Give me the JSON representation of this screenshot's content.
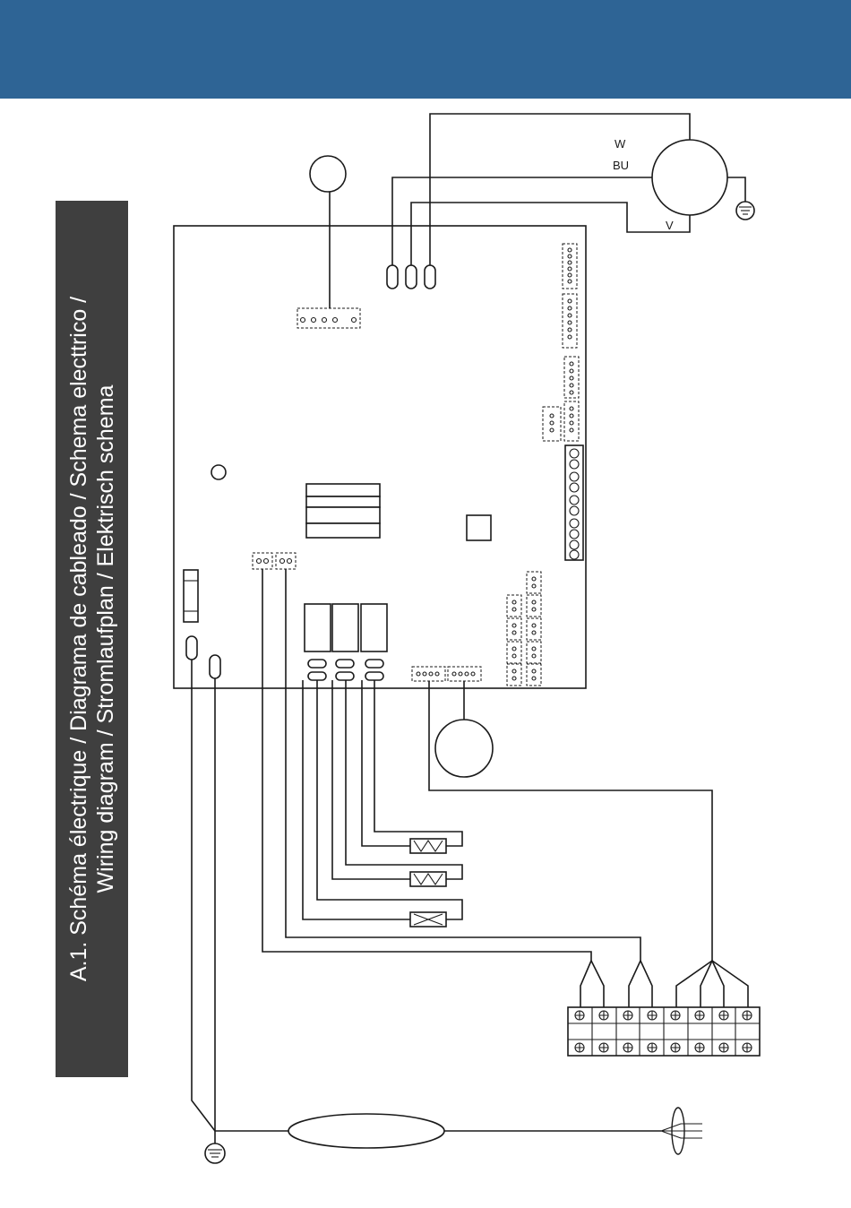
{
  "header": {
    "band_color": "#2e6495"
  },
  "title": {
    "line1": "A.1. Schéma électrique / Diagrama de cableado / Schema electtrico /",
    "line2": "Wiring diagram / Stromlaufplan / Elektrisch schema",
    "box_color": "#3f3f3f"
  },
  "motor": {
    "wire_w": "W",
    "wire_bu": "BU",
    "wire_v": "V"
  }
}
